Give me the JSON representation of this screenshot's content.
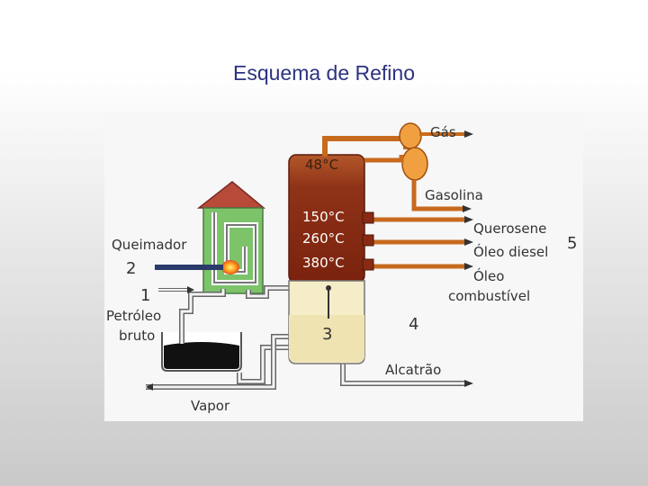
{
  "title": "Esquema de Refino",
  "diagram": {
    "labels": {
      "gas": "Gás",
      "gasolina": "Gasolina",
      "querosene": "Querosene",
      "oleo_diesel": "Óleo diesel",
      "oleo": "Óleo",
      "combustivel": "combustível",
      "alcatrao": "Alcatrão",
      "vapor": "Vapor",
      "queimador": "Queimador",
      "petroleo": "Petróleo",
      "bruto": "bruto"
    },
    "temperatures": {
      "t48": "48°C",
      "t150": "150°C",
      "t260": "260°C",
      "t380": "380°C"
    },
    "numbers": {
      "n1": "1",
      "n2": "2",
      "n3": "3",
      "n4": "4",
      "n5": "5"
    },
    "colors": {
      "pipe": "#c86a1e",
      "column_hot": "#8a2a12",
      "column_top": "#b3582a",
      "residue": "#f4edc8",
      "furnace": "#7cc36a",
      "roof": "#b84a3a",
      "oil": "#111111"
    }
  }
}
